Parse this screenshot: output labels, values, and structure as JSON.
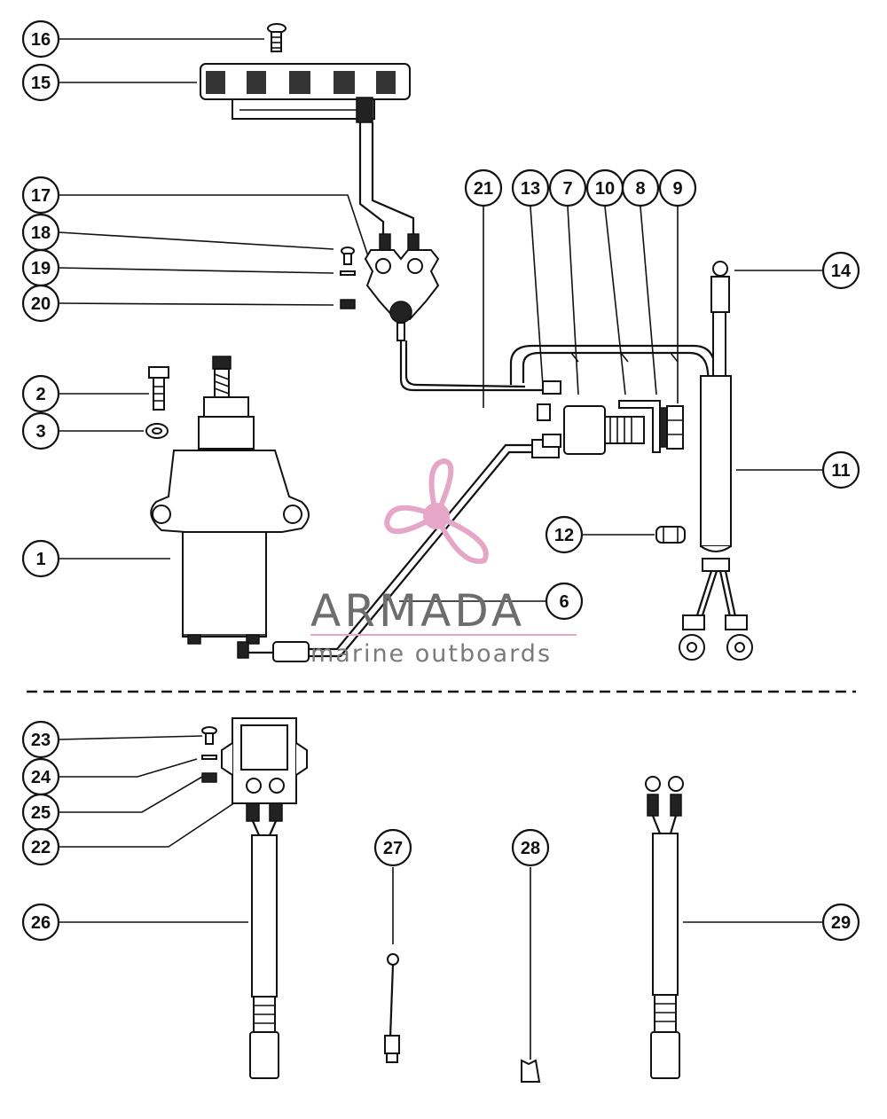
{
  "callouts": [
    {
      "id": "c16",
      "label": "16"
    },
    {
      "id": "c15",
      "label": "15"
    },
    {
      "id": "c17",
      "label": "17"
    },
    {
      "id": "c18",
      "label": "18"
    },
    {
      "id": "c19",
      "label": "19"
    },
    {
      "id": "c20",
      "label": "20"
    },
    {
      "id": "c2",
      "label": "2"
    },
    {
      "id": "c3",
      "label": "3"
    },
    {
      "id": "c1",
      "label": "1"
    },
    {
      "id": "c21",
      "label": "21"
    },
    {
      "id": "c13",
      "label": "13"
    },
    {
      "id": "c7",
      "label": "7"
    },
    {
      "id": "c10",
      "label": "10"
    },
    {
      "id": "c8",
      "label": "8"
    },
    {
      "id": "c9",
      "label": "9"
    },
    {
      "id": "c14",
      "label": "14"
    },
    {
      "id": "c11",
      "label": "11"
    },
    {
      "id": "c12",
      "label": "12"
    },
    {
      "id": "c6",
      "label": "6"
    },
    {
      "id": "c23",
      "label": "23"
    },
    {
      "id": "c24",
      "label": "24"
    },
    {
      "id": "c25",
      "label": "25"
    },
    {
      "id": "c22",
      "label": "22"
    },
    {
      "id": "c26",
      "label": "26"
    },
    {
      "id": "c27",
      "label": "27"
    },
    {
      "id": "c28",
      "label": "28"
    },
    {
      "id": "c29",
      "label": "29"
    }
  ],
  "watermark": {
    "brand": "ARMADA",
    "tagline": "marine outboards",
    "logo_color": "#e6a6c8",
    "text_color": "#6d6d6d"
  },
  "colors": {
    "line": "#111111",
    "background": "#ffffff"
  }
}
